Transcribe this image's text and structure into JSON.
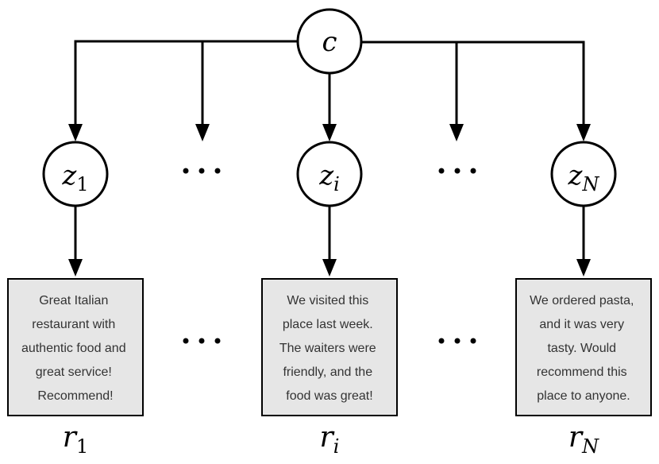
{
  "nodes": {
    "c": {
      "label": "c"
    },
    "z1": {
      "base": "z",
      "sub": "1"
    },
    "zi": {
      "base": "z",
      "sub": "i"
    },
    "zN": {
      "base": "z",
      "sub": "N"
    }
  },
  "reviews": [
    {
      "id": "r1",
      "label_base": "r",
      "label_sub": "1",
      "lines": [
        "Great Italian",
        "restaurant with",
        "authentic food and",
        "great service!",
        "Recommend!"
      ]
    },
    {
      "id": "ri",
      "label_base": "r",
      "label_sub": "i",
      "lines": [
        "We visited this",
        "place last week.",
        "The waiters were",
        "friendly, and the",
        "food was great!"
      ]
    },
    {
      "id": "rN",
      "label_base": "r",
      "label_sub": "N",
      "lines": [
        "We ordered pasta,",
        "and it was very",
        "tasty. Would",
        "recommend this",
        "place to anyone."
      ]
    }
  ]
}
